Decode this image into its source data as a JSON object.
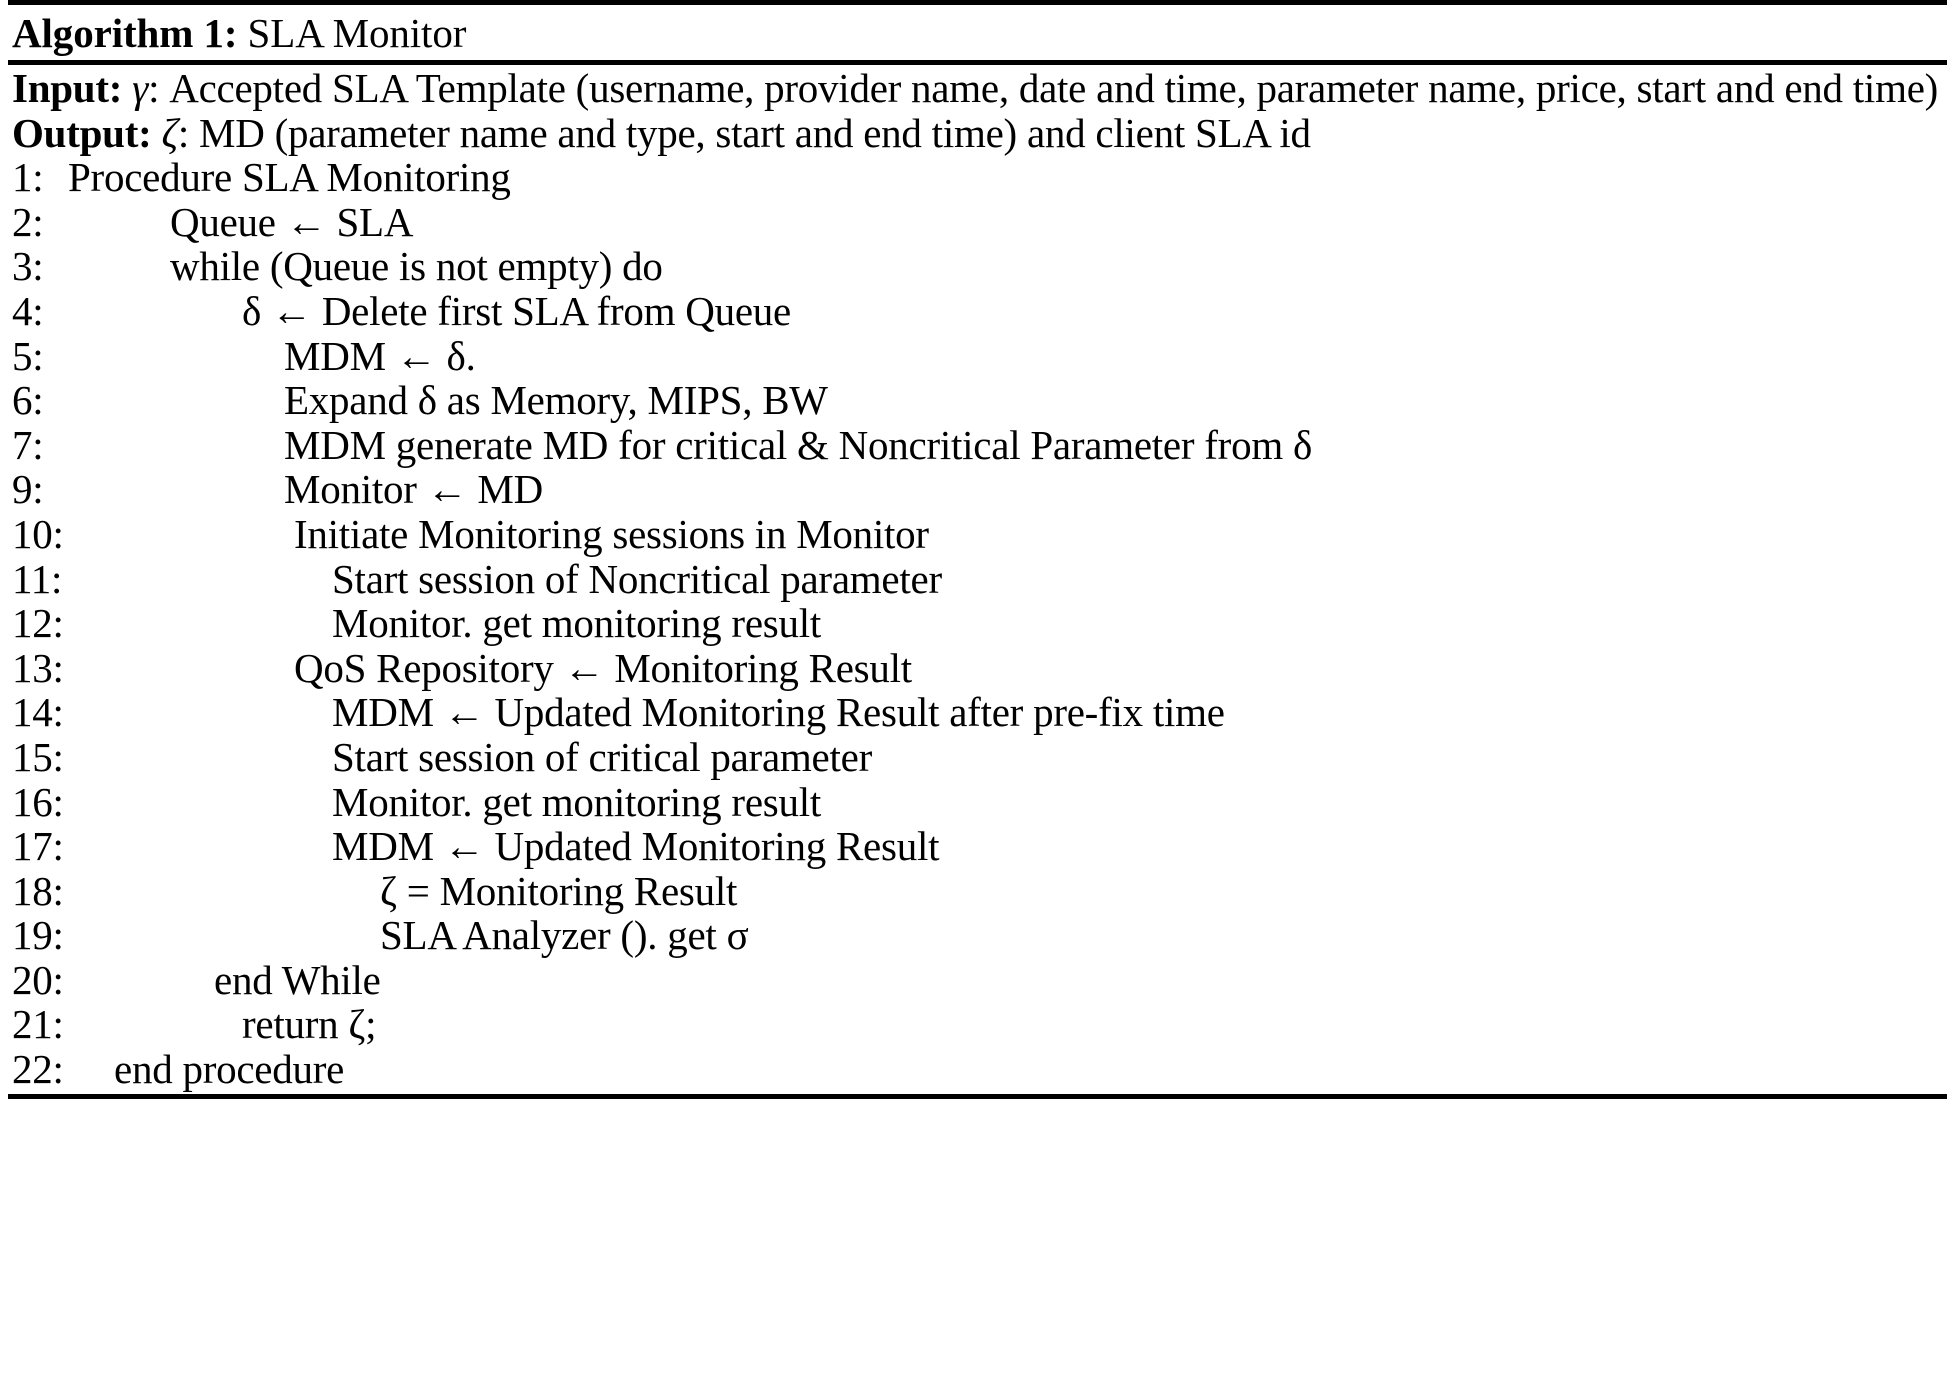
{
  "algorithm": {
    "caption_label": "Algorithm 1:",
    "caption_title": " SLA Monitor",
    "input": {
      "label": "Input:",
      "symbol": "γ",
      "text": ": Accepted SLA Template (username, provider name, date and time, parameter name, price, start and end time)",
      "full": "Input: γ: Accepted SLA Template (username, provider name, date and time, parameter name, price, start and end time)"
    },
    "output": {
      "label": "Output:",
      "symbol": "ζ",
      "text": ": MD (parameter name and type, start and end time) and client SLA id",
      "full": "Output: ζ: MD (parameter name and type, start and end time) and client SLA id"
    },
    "steps": [
      {
        "num": "1:",
        "text": "Procedure SLA Monitoring",
        "indent": "ind-0"
      },
      {
        "num": "2:",
        "text": "Queue ← SLA",
        "indent": "ind-1"
      },
      {
        "num": "3:",
        "text": "while (Queue is not empty) do",
        "indent": "ind-1"
      },
      {
        "num": "4:",
        "text": "δ ← Delete first SLA from Queue",
        "indent": "ind-3"
      },
      {
        "num": "5:",
        "text": "MDM ← δ.",
        "indent": "ind-4"
      },
      {
        "num": "6:",
        "text": "Expand δ as Memory, MIPS, BW",
        "indent": "ind-4"
      },
      {
        "num": "7:",
        "text": "MDM generate MD for critical & Noncritical Parameter from δ",
        "indent": "ind-4"
      },
      {
        "num": "9:",
        "text": "Monitor ← MD",
        "indent": "ind-4"
      },
      {
        "num": "10:",
        "text": "Initiate Monitoring sessions in Monitor",
        "indent": "ind-5"
      },
      {
        "num": "11:",
        "text": "Start session of Noncritical parameter",
        "indent": "ind-6"
      },
      {
        "num": "12:",
        "text": "Monitor. get monitoring result",
        "indent": "ind-6"
      },
      {
        "num": "13:",
        "text": "QoS Repository ← Monitoring Result",
        "indent": "ind-5"
      },
      {
        "num": "14:",
        "text": "MDM ← Updated Monitoring Result after pre-fix time",
        "indent": "ind-6"
      },
      {
        "num": "15:",
        "text": "Start session of critical parameter",
        "indent": "ind-6"
      },
      {
        "num": "16:",
        "text": "Monitor. get monitoring result",
        "indent": "ind-6"
      },
      {
        "num": "17:",
        "text": "MDM ← Updated Monitoring Result",
        "indent": "ind-6"
      },
      {
        "num": "18:",
        "text": "ζ = Monitoring Result",
        "indent": "ind-8"
      },
      {
        "num": "19:",
        "text": "SLA Analyzer (). get σ",
        "indent": "ind-8"
      },
      {
        "num": "20:",
        "text": "end While",
        "indent": "ind-10"
      },
      {
        "num": "21:",
        "text": "return ζ;",
        "indent": "ind-3"
      },
      {
        "num": "22:",
        "text": "end procedure",
        "indent": "ind-11"
      }
    ]
  }
}
